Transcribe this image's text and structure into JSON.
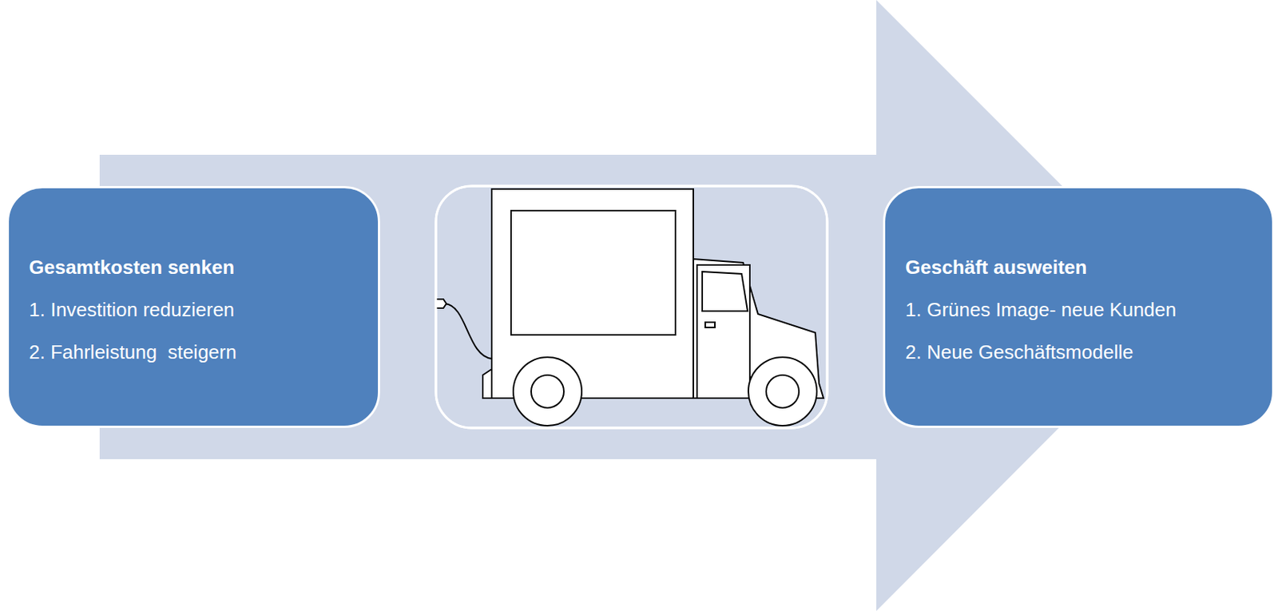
{
  "diagram": {
    "nodes": [
      {
        "text": [
          "Gesamtkosten senken",
          "1. Investition reduzieren",
          "2. Fahrleistung  steigern"
        ]
      },
      {
        "text": [
          "Geschäft ausweiten",
          "1. Grünes Image- neue Kunden",
          "2. Neue Geschäftsmodelle"
        ]
      }
    ]
  }
}
